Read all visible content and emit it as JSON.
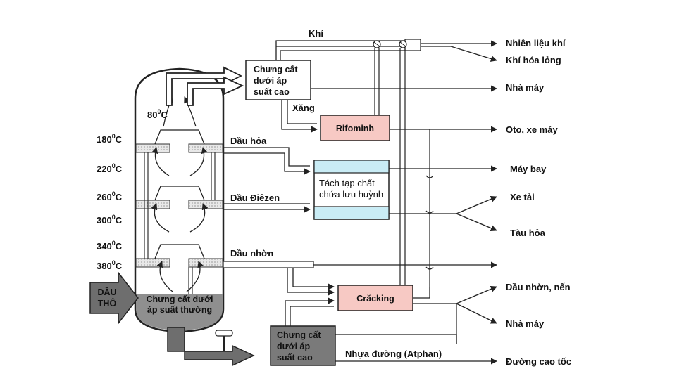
{
  "column": {
    "temperatures": [
      {
        "value": "180",
        "unit": "C"
      },
      {
        "value": "220",
        "unit": "C"
      },
      {
        "value": "260",
        "unit": "C"
      },
      {
        "value": "300",
        "unit": "C"
      },
      {
        "value": "340",
        "unit": "C"
      },
      {
        "value": "380",
        "unit": "C"
      }
    ],
    "top_temperature": {
      "value": "80",
      "unit": "C"
    },
    "bottom_label": [
      "Chưng cất dưới",
      "áp suất thường"
    ]
  },
  "input": {
    "label": [
      "DẦU",
      "THÔ"
    ]
  },
  "streams": {
    "gas": "Khí",
    "gasoline": "Xăng",
    "kerosene": "Dầu hỏa",
    "diesel": "Dầu Điêzen",
    "lube": "Dầu nhờn",
    "asphalt": "Nhựa đường (Atphan)"
  },
  "units": {
    "high_pressure_top": [
      "Chưng cất",
      "dưới áp",
      "suất cao"
    ],
    "reforming": "Rifominh",
    "desulfurization": [
      "Tách tạp chất",
      "chứa lưu huỳnh"
    ],
    "cracking": "Crăcking",
    "high_pressure_bottom": [
      "Chưng cất",
      "dưới áp",
      "suất cao"
    ]
  },
  "products": [
    "Nhiên liệu khí",
    "Khí hóa lỏng",
    "Nhà máy",
    "Oto, xe máy",
    "Máy bay",
    "Xe tải",
    "Tàu hỏa",
    "Dầu nhờn, nến",
    "Nhà máy",
    "Đường cao tốc"
  ],
  "colors": {
    "reforming_fill": "#f7c9c4",
    "cracking_fill": "#f7c9c4",
    "desulf_fill": "#c9ecf5",
    "dark_fill": "#7a7a7a",
    "liquid_fill": "#9a9a9a"
  }
}
